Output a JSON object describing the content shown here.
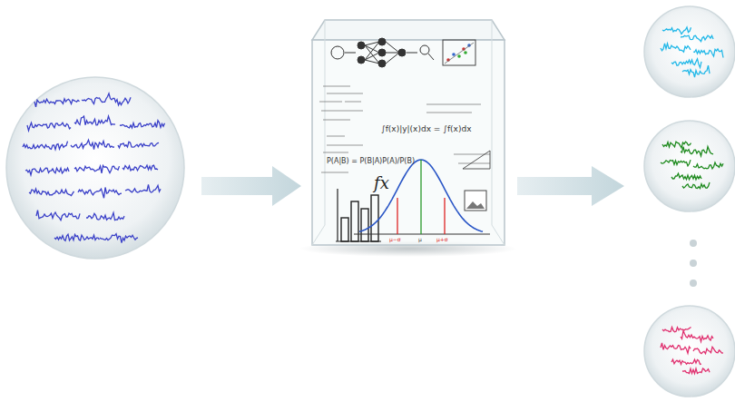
{
  "diagram": {
    "labels": [
      "∫f(x)|y|(x)dx = ∫f(x)dx",
      "P(A|B) = P(B|A)P(A)/P(B)",
      "fx",
      "μ−σ",
      "μ",
      "μ+σ"
    ]
  }
}
